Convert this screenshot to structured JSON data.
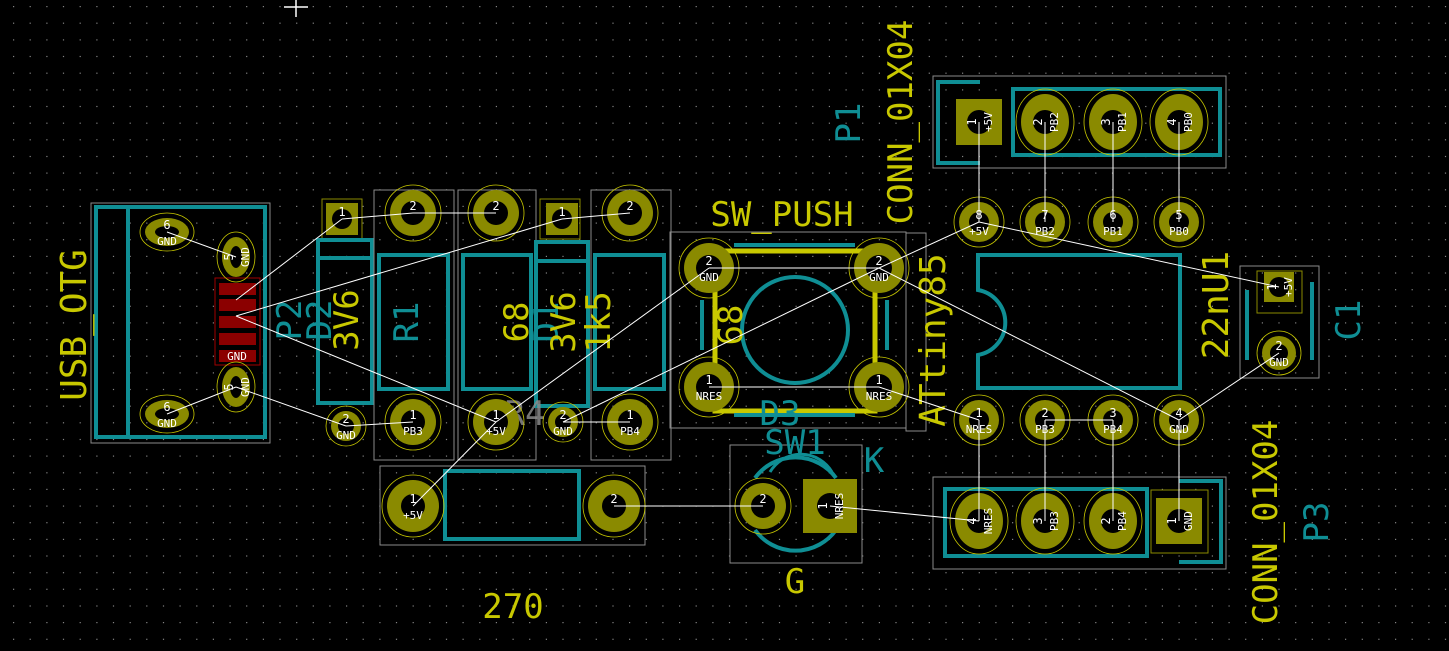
{
  "app": {
    "name": "PCB layout editor",
    "view": "board"
  },
  "colors": {
    "background": "#000000",
    "grid_dot": "#848484",
    "pad_copper": "#8a8a00",
    "pad_ring": "#c8c800",
    "silkscreen_front": "#0f8e94",
    "fab_text": "#c8c800",
    "courtyard": "#8a8a8a",
    "ratsnest": "#ffffff",
    "smd_pad": "#8b0000",
    "smd_outline": "#a00000"
  },
  "cursor": {
    "type": "crosshair"
  },
  "labels": {
    "usb_value": "USB_OTG",
    "p2_ref": "P2",
    "d2_ref": "D2",
    "d2_value": "3V6",
    "r1_ref": "R1",
    "r2_value": "68",
    "d1_ref": "D1",
    "d1_value": "3V6",
    "r3_value": "1k5",
    "r4_ref": "R4",
    "r4_value": "270",
    "sw_value": "SW_PUSH",
    "sw_value_68": "68",
    "sw_ref": "SW1",
    "d3_ref": "D3",
    "led_k": "K",
    "led_g": "G",
    "u1_value": "ATtiny85",
    "p1_ref": "P1",
    "p1_value": "CONN_01X04",
    "c1_value": "22nU1",
    "c1_ref": "C1",
    "p3_ref": "P3",
    "p3_value": "CONN_01X04"
  },
  "pads": {
    "usb": [
      {
        "num": "6",
        "net": "GND"
      },
      {
        "num": "5",
        "net": "GND"
      },
      {
        "num": "5",
        "net": "GND"
      },
      {
        "num": "6",
        "net": "GND"
      }
    ],
    "usb_smd_label": "GND",
    "d2": [
      {
        "num": "1",
        "net": ""
      },
      {
        "num": "2",
        "net": "GND"
      }
    ],
    "r1": [
      {
        "num": "2",
        "net": ""
      },
      {
        "num": "1",
        "net": "PB3"
      }
    ],
    "r2": [
      {
        "num": "2",
        "net": ""
      },
      {
        "num": "1",
        "net": "+5V"
      }
    ],
    "d1": [
      {
        "num": "1",
        "net": ""
      },
      {
        "num": "2",
        "net": "GND"
      }
    ],
    "r3": [
      {
        "num": "2",
        "net": ""
      },
      {
        "num": "1",
        "net": "PB4"
      }
    ],
    "sw": [
      {
        "num": "2",
        "net": "GND"
      },
      {
        "num": "2",
        "net": "GND"
      },
      {
        "num": "1",
        "net": "NRES"
      },
      {
        "num": "1",
        "net": "NRES"
      }
    ],
    "r4": [
      {
        "num": "1",
        "net": "+5V"
      },
      {
        "num": "2",
        "net": ""
      }
    ],
    "led": [
      {
        "num": "2",
        "net": ""
      },
      {
        "num": "1",
        "net": "NRES"
      }
    ],
    "p1": [
      {
        "num": "1",
        "net": "+5V"
      },
      {
        "num": "2",
        "net": "PB2"
      },
      {
        "num": "3",
        "net": "PB1"
      },
      {
        "num": "4",
        "net": "PB0"
      }
    ],
    "u1_top": [
      {
        "num": "8",
        "net": "+5V"
      },
      {
        "num": "7",
        "net": "PB2"
      },
      {
        "num": "6",
        "net": "PB1"
      },
      {
        "num": "5",
        "net": "PB0"
      }
    ],
    "u1_bottom": [
      {
        "num": "1",
        "net": "NRES"
      },
      {
        "num": "2",
        "net": "PB3"
      },
      {
        "num": "3",
        "net": "PB4"
      },
      {
        "num": "4",
        "net": "GND"
      }
    ],
    "c1": [
      {
        "num": "1",
        "net": "+5V"
      },
      {
        "num": "2",
        "net": "GND"
      }
    ],
    "p3": [
      {
        "num": "4",
        "net": "NRES"
      },
      {
        "num": "3",
        "net": "PB3"
      },
      {
        "num": "2",
        "net": "PB4"
      },
      {
        "num": "1",
        "net": "GND"
      }
    ]
  }
}
